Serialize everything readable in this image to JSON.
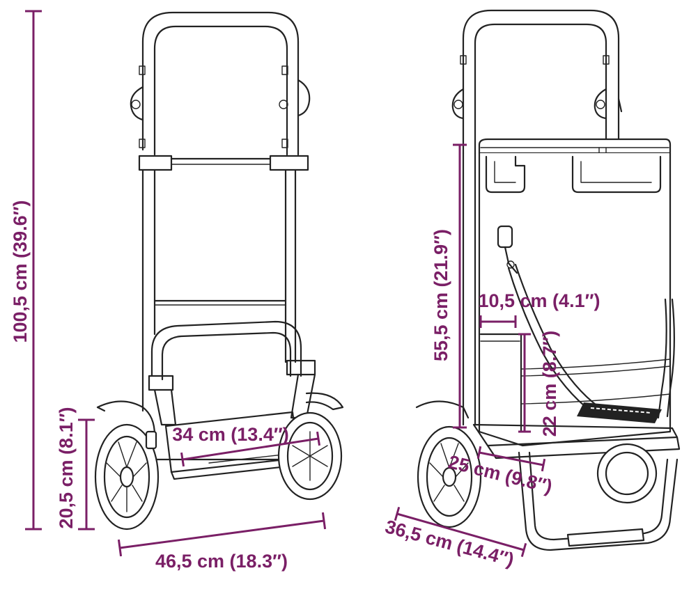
{
  "accent_color": "#7a1f66",
  "line_color": "#222222",
  "dimensions": {
    "total_height": "100,5 cm (39.6″)",
    "wheel_height": "20,5 cm (8.1″)",
    "total_width": "46,5 cm (18.3″)",
    "inner_width": "34 cm (13.4″)",
    "bag_height": "55,5 cm (21.9″)",
    "pocket_width": "10,5 cm (4.1″)",
    "pocket_height": "22 cm (8.7″)",
    "base_depth": "25 cm (9.8″)",
    "total_depth": "36,5 cm (14.4″)"
  }
}
